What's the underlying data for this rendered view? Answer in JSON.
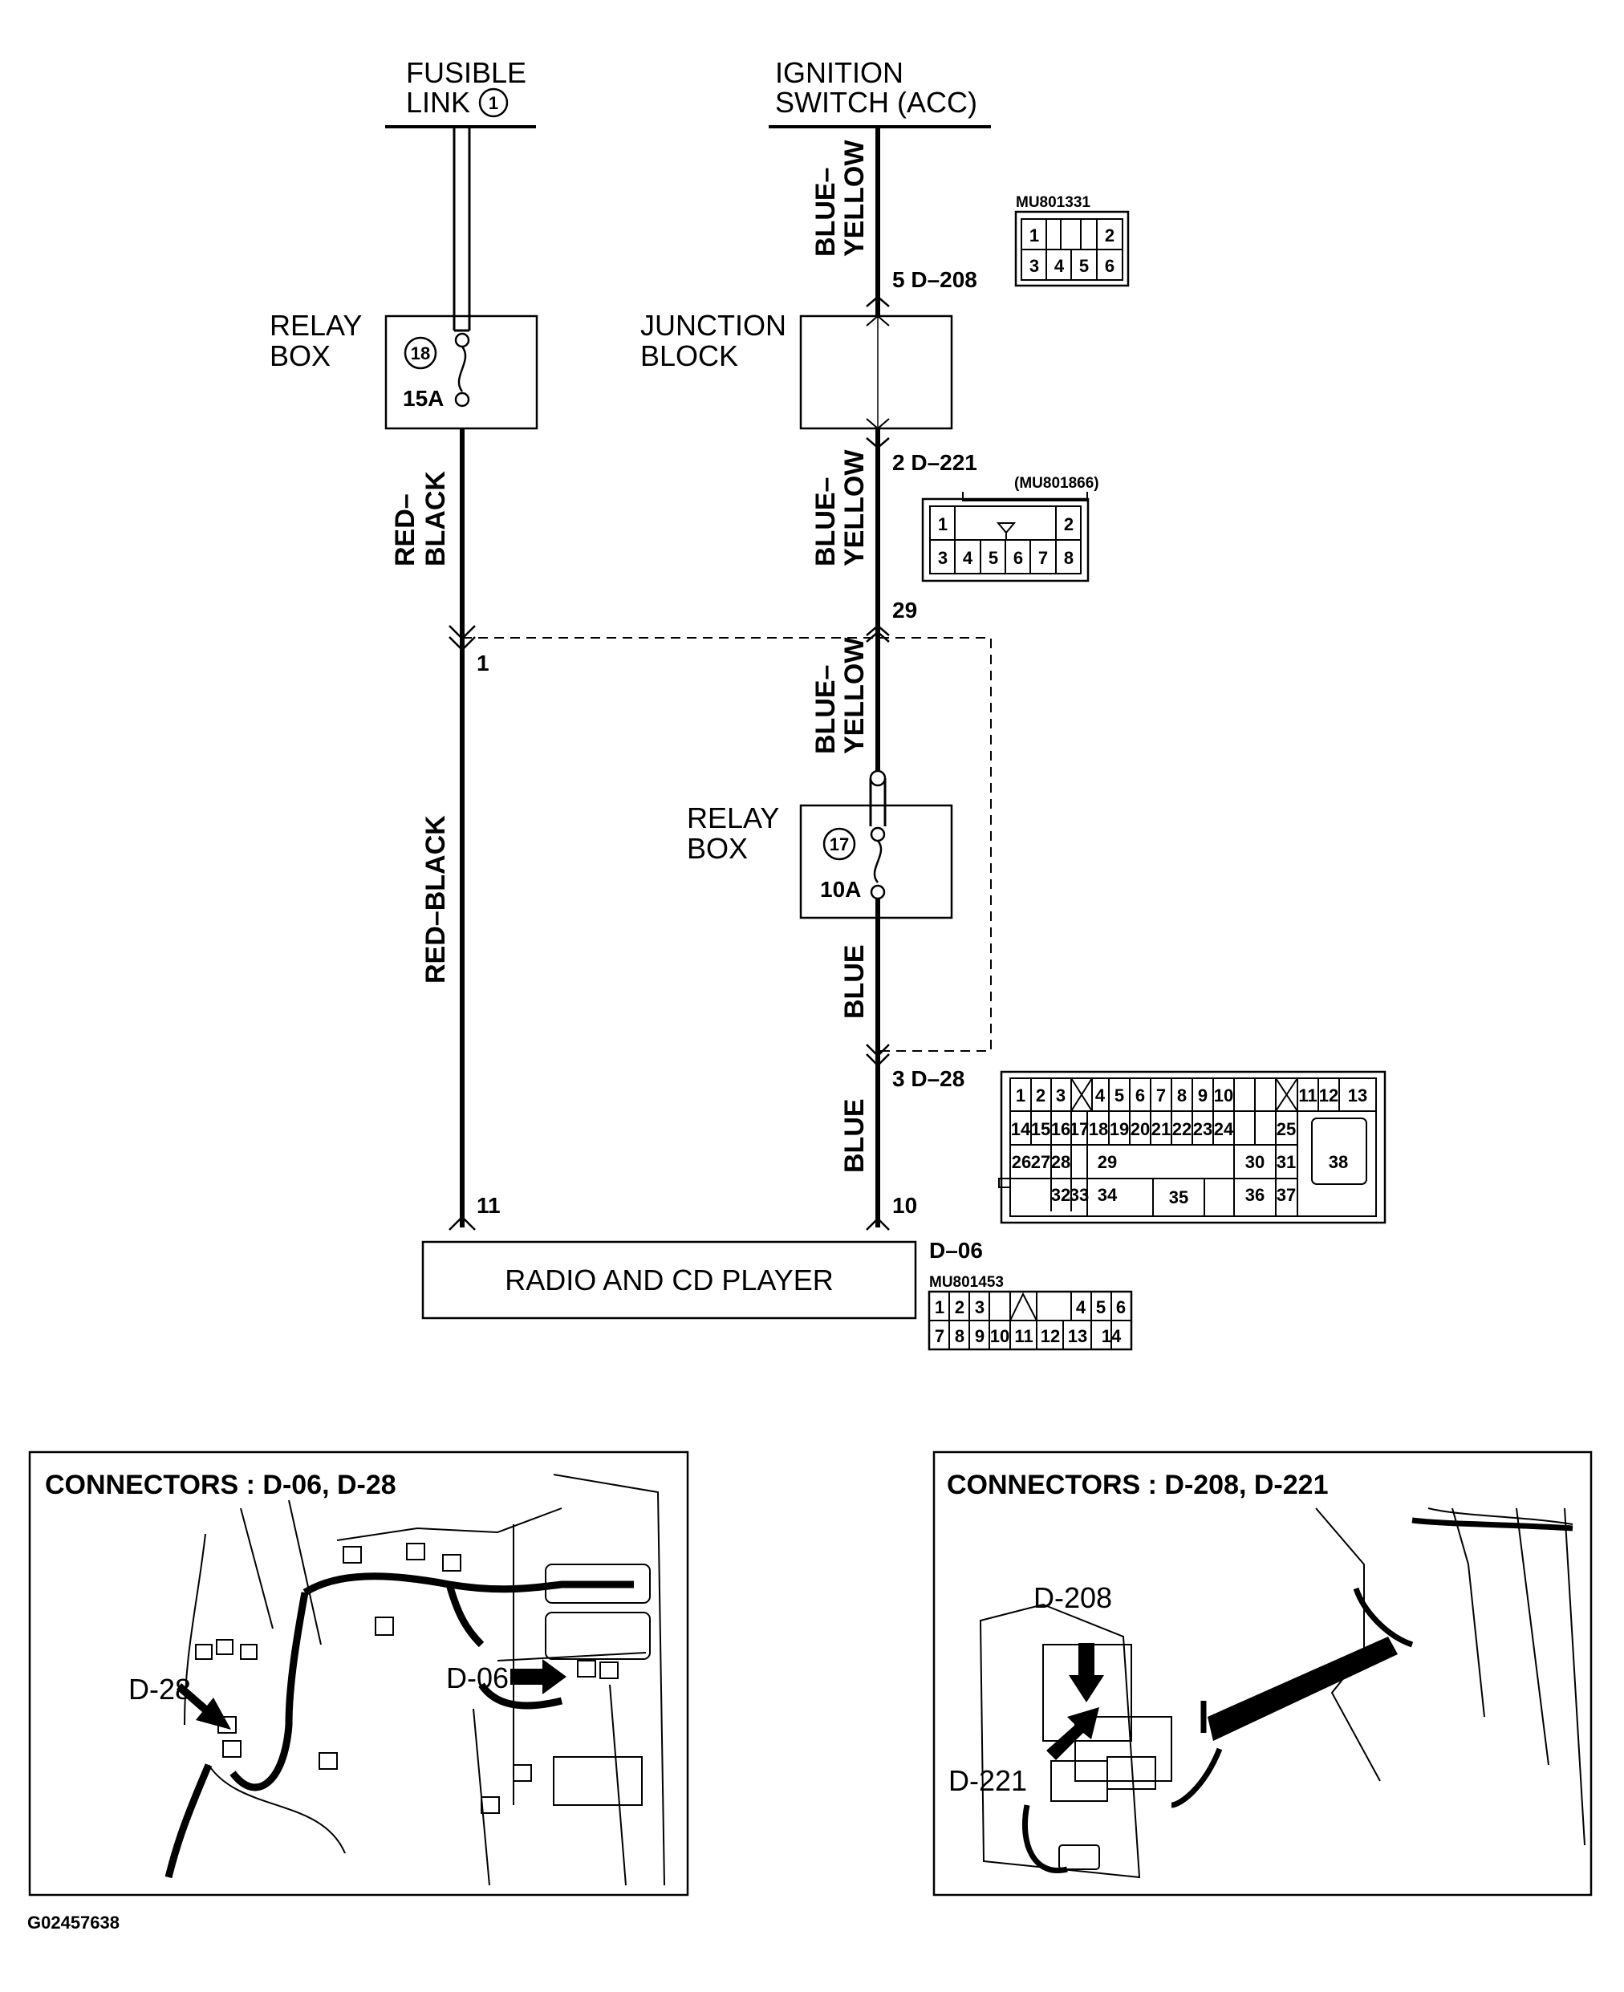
{
  "diagram": {
    "sources": {
      "fusible_link": [
        "FUSIBLE",
        "LINK"
      ],
      "fusible_link_no": "1",
      "ignition": [
        "IGNITION",
        "SWITCH (ACC)"
      ]
    },
    "relay_box_18": {
      "label": [
        "RELAY",
        "BOX"
      ],
      "fuse_no": "18",
      "amps": "15A"
    },
    "relay_box_17": {
      "label": [
        "RELAY",
        "BOX"
      ],
      "fuse_no": "17",
      "amps": "10A"
    },
    "junction_block": [
      "JUNCTION",
      "BLOCK"
    ],
    "wires": {
      "blue_yellow": [
        "BLUE–",
        "YELLOW"
      ],
      "red_black_2line": [
        "RED–",
        "BLACK"
      ],
      "red_black": "RED–BLACK",
      "blue": "BLUE"
    },
    "terminals": {
      "t5_d208": "5  D–208",
      "t2_d221": "2  D–221",
      "t29": "29",
      "t1": "1",
      "t3_d28": "3  D–28",
      "t11": "11",
      "t10": "10",
      "d06": "D–06"
    },
    "part_numbers": {
      "mu801331": "MU801331",
      "mu801866": "(MU801866)",
      "mu801453": "MU801453"
    },
    "connector_pins": {
      "d208_top": [
        "1",
        "2"
      ],
      "d208_bottom": [
        "3",
        "4",
        "5",
        "6"
      ],
      "d221_top": [
        "1",
        "2"
      ],
      "d221_bottom": [
        "3",
        "4",
        "5",
        "6",
        "7",
        "8"
      ],
      "d06_row1": [
        "1",
        "2",
        "3",
        "4",
        "5",
        "6"
      ],
      "d06_row2": [
        "7",
        "8",
        "9",
        "10",
        "11",
        "12",
        "13",
        "14"
      ],
      "d28_row1": [
        "1",
        "2",
        "3",
        "4",
        "5",
        "6",
        "7",
        "8",
        "9",
        "10",
        "11",
        "12",
        "13"
      ],
      "d28_row2": [
        "14",
        "15",
        "16",
        "17",
        "18",
        "19",
        "20",
        "21",
        "22",
        "23",
        "24",
        "25"
      ],
      "d28_row3": [
        "26",
        "27",
        "28",
        "29",
        "30",
        "31",
        "38"
      ],
      "d28_row4": [
        "32",
        "33",
        "34",
        "35",
        "36",
        "37"
      ]
    },
    "radio": "RADIO AND CD PLAYER"
  },
  "panels": {
    "left_title": "CONNECTORS : D-06, D-28",
    "left_callouts": [
      "D-28",
      "D-06"
    ],
    "right_title": "CONNECTORS : D-208, D-221",
    "right_callouts": [
      "D-208",
      "D-221"
    ]
  },
  "figure_id": "G02457638"
}
